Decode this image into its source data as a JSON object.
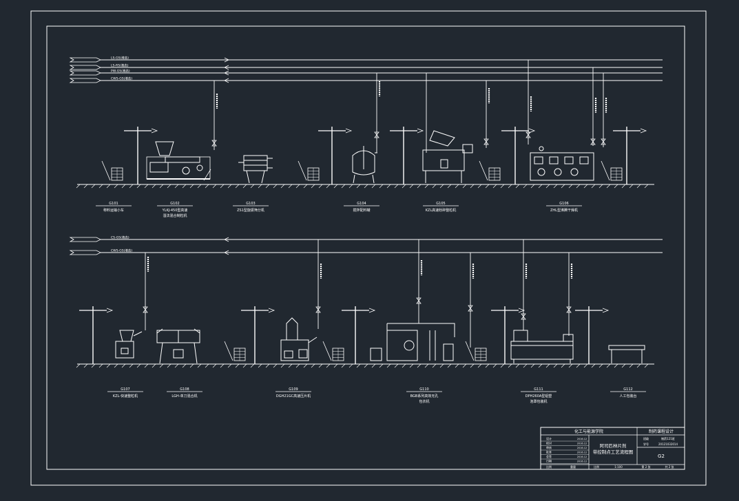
{
  "canvas": {
    "background": "#212830",
    "stroke": "#ffffff"
  },
  "pipes_top": [
    {
      "label": "LS-GS(液态)",
      "dir": "right"
    },
    {
      "label": "LS-RS(液态)",
      "dir": "left"
    },
    {
      "label": "PW-GS(液态)",
      "dir": "left"
    },
    {
      "label": "CWS-GS(液态)",
      "dir": "left"
    }
  ],
  "pipes_bottom": [
    {
      "label": "CS-GS(液态)",
      "dir": "left"
    },
    {
      "label": "CWS-GS(液态)",
      "dir": "left"
    }
  ],
  "equipment_top": [
    {
      "tag": "G101",
      "name": [
        "称料运输小车"
      ]
    },
    {
      "tag": "G102",
      "name": [
        "YLKJ-450型高速",
        "湿法混合制粒机"
      ]
    },
    {
      "tag": "G103",
      "name": [
        "ZS1型旋振筛分机"
      ]
    },
    {
      "tag": "G104",
      "name": [
        "搅拌配料罐"
      ]
    },
    {
      "tag": "G105",
      "name": [
        "KZL高速粉碎整粒机"
      ]
    },
    {
      "tag": "G106",
      "name": [
        "ZHL型沸腾干燥机"
      ]
    }
  ],
  "equipment_bottom": [
    {
      "tag": "G107",
      "name": [
        "KZL-快速整粒机"
      ]
    },
    {
      "tag": "G108",
      "name": [
        "LGH-单刀混合机"
      ]
    },
    {
      "tag": "G109",
      "name": [
        "DGH21GC高速压片机"
      ]
    },
    {
      "tag": "G110",
      "name": [
        "BGB系列高效无孔",
        "包衣机"
      ]
    },
    {
      "tag": "G111",
      "name": [
        "DPH260A型铝塑",
        "泡罩包装机"
      ]
    },
    {
      "tag": "G112",
      "name": [
        "人工包装台"
      ]
    }
  ],
  "title_block": {
    "institute": "化工与能源学院",
    "course": "制药课程设计",
    "drawing_title": [
      "阿司匹林片剂",
      "带控制点工艺流程图"
    ],
    "drawing_no": "G2",
    "roles": [
      "设计",
      "校对",
      "审核",
      "批准",
      "会签",
      "日期"
    ],
    "dates": [
      "2016.12",
      "2016.12",
      "2016.12",
      "2016.12",
      "2016.12",
      "2016.12"
    ],
    "right_fields": [
      [
        "班级",
        "制药121班"
      ],
      [
        "学号",
        "20121032014"
      ]
    ],
    "bottom_row": {
      "label": "比例",
      "scale_label": "比例",
      "scale": "1:100",
      "sheet": "第 2 张",
      "total": "共 2 张",
      "weight": "重量"
    }
  }
}
